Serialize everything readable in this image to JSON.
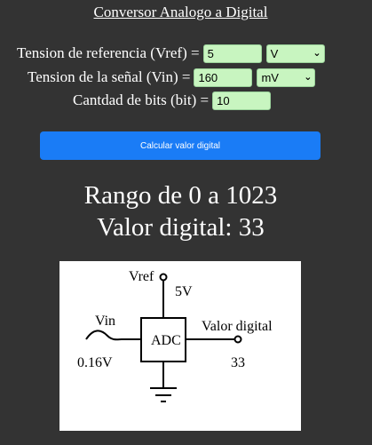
{
  "title": "Conversor Analogo a Digital",
  "vref": {
    "label": "Tension de referencia (Vref) =",
    "value": "5",
    "unit": "V"
  },
  "vin": {
    "label": "Tension de la señal (Vin) =",
    "value": "160",
    "unit": "mV"
  },
  "bits": {
    "label": "Cantdad de bits (bit) =",
    "value": "10"
  },
  "button_label": "Calcular valor digital",
  "result": {
    "range": "Rango de 0 a 1023",
    "digital": "Valor digital: 33"
  },
  "diagram": {
    "vref_label": "Vref",
    "vref_value": "5V",
    "vin_label": "Vin",
    "vin_value": "0.16V",
    "adc_label": "ADC",
    "out_label": "Valor digital",
    "out_value": "33"
  }
}
